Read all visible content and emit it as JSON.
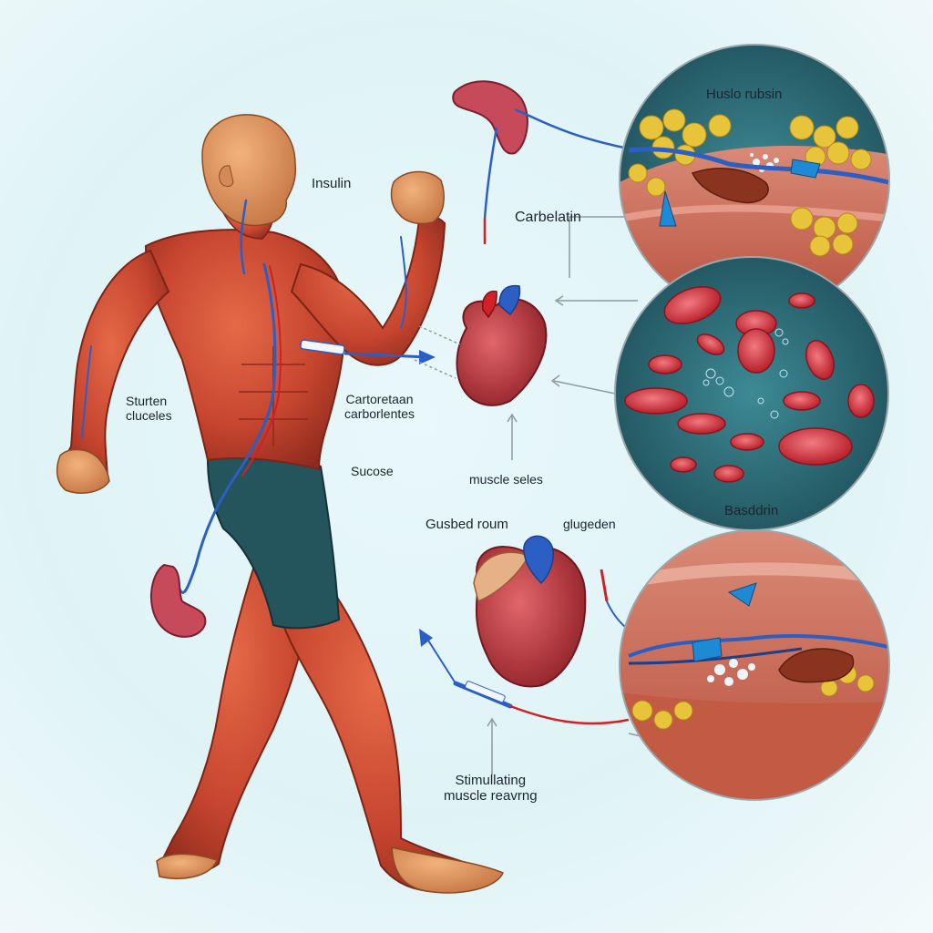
{
  "labels": {
    "insulin": "Insulin",
    "carbelatin": "Carbelatin",
    "carb_line1": "Cartoretaan",
    "carb_line2": "carborlentes",
    "sturten_line1": "Sturten",
    "sturten_line2": "cluceles",
    "sucose": "Sucose",
    "muscle_seles": "muscle seles",
    "gusbed_roum": "Gusbed roum",
    "glugeden": "glugeden",
    "stim_line1": "Stimullating",
    "stim_line2": "muscle reavrng",
    "huslo_rubsin": "Huslo rubsin",
    "basddrin": "Basddrin"
  },
  "colors": {
    "background": "#dff3f6",
    "muscle": "#c6452f",
    "skin": "#dd8f5a",
    "shorts": "#24545c",
    "vessel_blue": "#2b5fc4",
    "vessel_red": "#d32026",
    "heart": "#b8343a",
    "blood_cell": "#d8323c",
    "circle_teal": "#2c6f78",
    "fat_yellow": "#e8c43a",
    "arrow_gray": "#8e9aa0"
  },
  "icons": {
    "kidney": "kidney-icon",
    "heart": "heart-icon",
    "syringe": "syringe-icon",
    "magnifier_circle": "zoom-inset-circle"
  }
}
